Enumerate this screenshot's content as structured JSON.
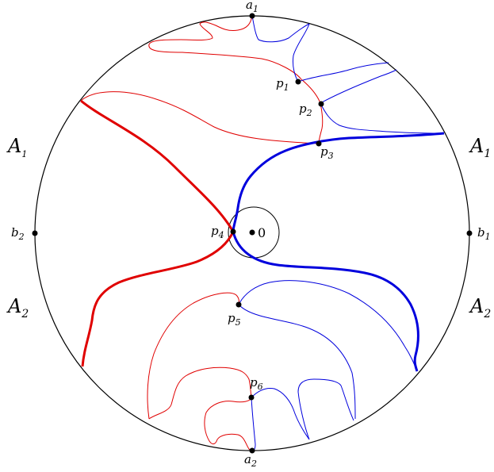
{
  "labels": {
    "A1_left": "A",
    "A1_left_sub": "1",
    "A1_right": "A",
    "A1_right_sub": "1",
    "A2_left": "A",
    "A2_left_sub": "2",
    "A2_right": "A",
    "A2_right_sub": "2",
    "a1": "a",
    "a1_sub": "1",
    "a2": "a",
    "a2_sub": "2",
    "b1": "b",
    "b1_sub": "1",
    "b2": "b",
    "b2_sub": "2",
    "p1": "p",
    "p1_sub": "1",
    "p2": "p",
    "p2_sub": "2",
    "p3": "p",
    "p3_sub": "3",
    "p4": "p",
    "p4_sub": "4",
    "p5": "p",
    "p5_sub": "5",
    "p6": "p",
    "p6_sub": "6",
    "origin": "0"
  },
  "colors": {
    "red": "#e00000",
    "blue": "#0000dd",
    "black": "#000000"
  }
}
